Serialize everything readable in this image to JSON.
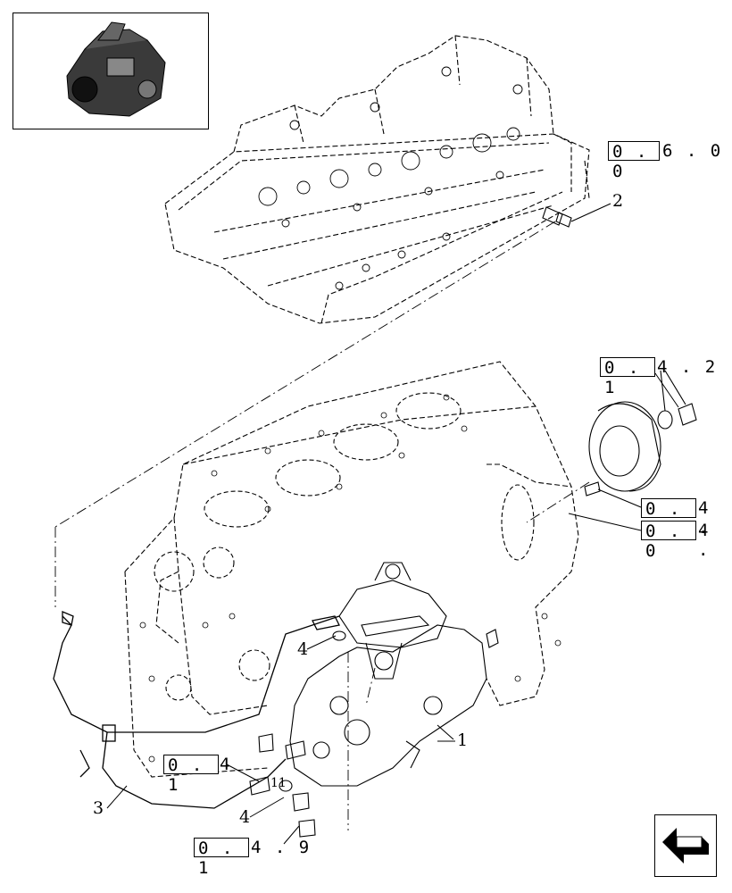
{
  "thumbnail": {
    "icon": "engine-thumbnail-icon"
  },
  "references": [
    {
      "id": "ref-060",
      "boxed": "0 . 0",
      "tail": "6 . 0"
    },
    {
      "id": "ref-0142",
      "boxed": "0 . 1",
      "tail": "4 . 2"
    },
    {
      "id": "ref-014",
      "boxed": "0 . 1",
      "tail": "4 ."
    },
    {
      "id": "ref-004",
      "boxed": "0 . 0",
      "tail": "4 ."
    },
    {
      "id": "ref-014-left",
      "boxed": "0 . 1",
      "tail": "4"
    },
    {
      "id": "ref-0149",
      "boxed": "0 . 1",
      "tail": "4 . 9"
    }
  ],
  "callouts": {
    "part_1": "1",
    "part_2": "2",
    "part_3": "3",
    "part_4_upper": "4",
    "part_4_lower": "4",
    "part_11": "11"
  },
  "nav": {
    "icon": "next-page-arrow-icon"
  }
}
